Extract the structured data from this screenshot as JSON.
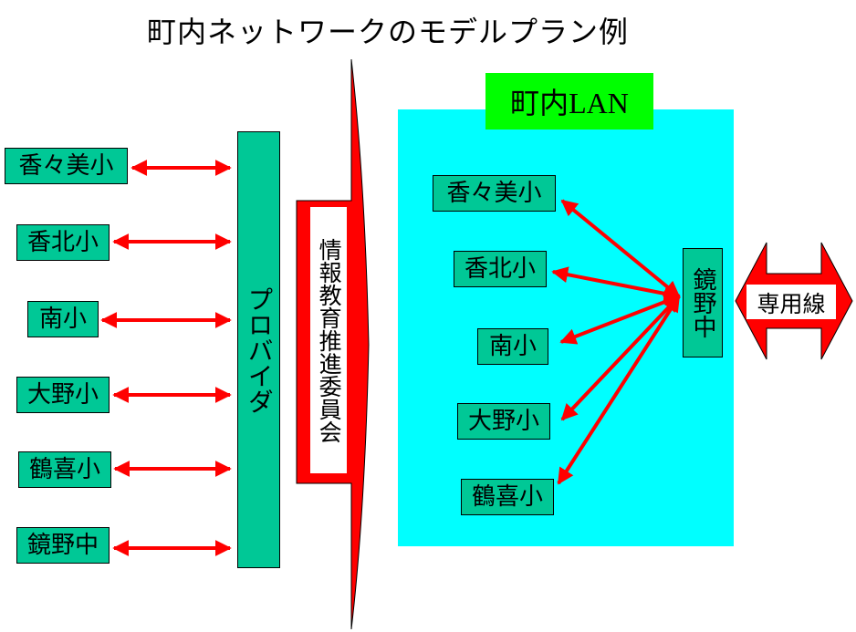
{
  "title": "町内ネットワークのモデルプラン例",
  "left_schools": [
    "香々美小",
    "香北小",
    "南小",
    "大野小",
    "鶴喜小",
    "鏡野中"
  ],
  "provider_label": "プロバイダ",
  "committee_label": "情報教育推進委員会",
  "lan": {
    "label": "町内LAN",
    "schools": [
      "香々美小",
      "香北小",
      "南小",
      "大野小",
      "鶴喜小"
    ],
    "hub_label": "鏡野中"
  },
  "leased_line_label": "専用線",
  "colors": {
    "box_green": "#00c896",
    "lan_cyan": "#00ffff",
    "lan_label_green": "#00ff00",
    "arrow_red": "#ff0000"
  }
}
